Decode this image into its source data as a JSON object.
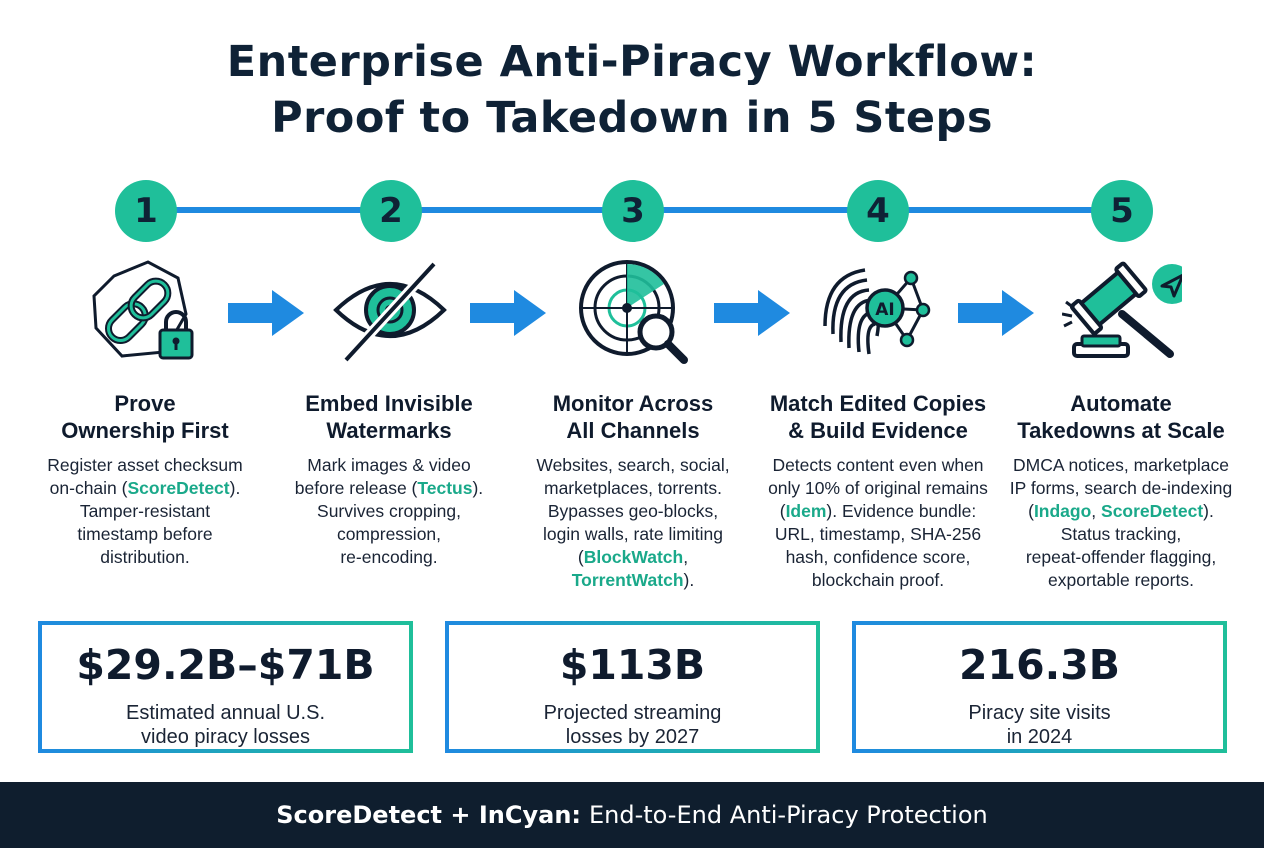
{
  "title": {
    "line1": "Enterprise Anti-Piracy Workflow:",
    "line2": "Proof to Takedown in 5 Steps"
  },
  "colors": {
    "accent_teal": "#1fbf9a",
    "accent_blue": "#1f8ae0",
    "dark_navy": "#0f1e2e"
  },
  "steps": [
    {
      "number": "1",
      "icon": "chain-link-lock-icon",
      "title_line1": "Prove",
      "title_line2": "Ownership First",
      "desc": [
        [
          "Register asset checksum"
        ],
        [
          "on-chain (",
          "ScoreDetect",
          ")."
        ],
        [
          "Tamper-resistant"
        ],
        [
          "timestamp before"
        ],
        [
          "distribution."
        ]
      ]
    },
    {
      "number": "2",
      "icon": "eye-slash-icon",
      "title_line1": "Embed Invisible",
      "title_line2": "Watermarks",
      "desc": [
        [
          "Mark images & video"
        ],
        [
          "before release (",
          "Tectus",
          ")."
        ],
        [
          "Survives cropping,"
        ],
        [
          "compression,"
        ],
        [
          "re-encoding."
        ]
      ]
    },
    {
      "number": "3",
      "icon": "radar-search-icon",
      "title_line1": "Monitor Across",
      "title_line2": "All Channels",
      "desc": [
        [
          "Websites, search, social,"
        ],
        [
          "marketplaces, torrents."
        ],
        [
          "Bypasses geo-blocks,"
        ],
        [
          "login walls, rate limiting"
        ],
        [
          "(",
          "BlockWatch",
          ","
        ],
        [
          "",
          "TorrentWatch",
          ")."
        ]
      ]
    },
    {
      "number": "4",
      "icon": "fingerprint-ai-icon",
      "ai_label": "AI",
      "title_line1": "Match Edited Copies",
      "title_line2": "& Build Evidence",
      "desc": [
        [
          "Detects content even when"
        ],
        [
          "only 10% of original remains"
        ],
        [
          "(",
          "Idem",
          "). Evidence bundle:"
        ],
        [
          "URL, timestamp, SHA-256"
        ],
        [
          "hash, confidence score,"
        ],
        [
          "blockchain proof."
        ]
      ]
    },
    {
      "number": "5",
      "icon": "gavel-send-icon",
      "title_line1": "Automate",
      "title_line2": "Takedowns at Scale",
      "desc": [
        [
          "DMCA notices, marketplace"
        ],
        [
          "IP forms, search de-indexing"
        ],
        [
          "(",
          "Indago",
          ", ",
          "ScoreDetect",
          ")."
        ],
        [
          "Status tracking,"
        ],
        [
          "repeat-offender flagging,"
        ],
        [
          "exportable reports."
        ]
      ]
    }
  ],
  "stats": [
    {
      "value": "$29.2B–$71B",
      "label_line1": "Estimated annual U.S.",
      "label_line2": "video piracy losses"
    },
    {
      "value": "$113B",
      "label_line1": "Projected streaming",
      "label_line2": "losses by 2027"
    },
    {
      "value": "216.3B",
      "label_line1": "Piracy site visits",
      "label_line2": "in 2024"
    }
  ],
  "footer": {
    "brand": "ScoreDetect + InCyan:",
    "tagline": "End-to-End Anti-Piracy Protection"
  }
}
